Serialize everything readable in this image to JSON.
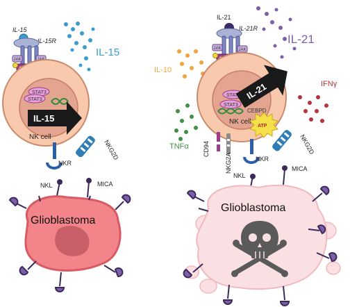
{
  "left_panel": {
    "receptor_labels": {
      "cytokine": "IL-15",
      "receptor": "IL-15R"
    },
    "cytokine_label": "IL-15",
    "jak_labels": [
      "JAK",
      "JAK"
    ],
    "stat_labels": [
      "STAT3",
      "STAT3"
    ],
    "arrow_label": "IL-15",
    "cell_label": "NK cell",
    "receptor_names": [
      "NKR",
      "NKG2D"
    ],
    "ligand_names": [
      "NKL",
      "MICA"
    ],
    "tumor_label": "Glioblastoma"
  },
  "right_panel": {
    "receptor_labels": {
      "cytokine": "IL-21",
      "receptor": "IL-21R"
    },
    "cytokine_label": "IL-21",
    "jak_labels": [
      "JAK",
      "JAK"
    ],
    "secreted_labels": [
      "IL-10",
      "IFNγ",
      "TNFα"
    ],
    "stat_labels": [
      "STAT3",
      "STAT3"
    ],
    "arrow_label": "IL-21",
    "gene_label": "CEBPD",
    "atp_label": "ATP",
    "cell_label": "NK cell",
    "receptor_names": [
      "CD94",
      "NKG2A",
      "NKR",
      "NKG2D"
    ],
    "ligand_names": [
      "NKL",
      "MICA"
    ],
    "tumor_label": "Glioblastoma"
  },
  "colors": {
    "cell_body": "#f8c9ad",
    "nucleus": "#e3a58f",
    "tumor_left": "#f2848a",
    "tumor_right": "#fbe0e3",
    "il15": "#3b9bd1",
    "il21": "#7d5ea8",
    "il10": "#f2a33a",
    "ifng": "#b8343b",
    "tnfa": "#3f8f46",
    "receptor": "#2b5fa8",
    "ligand": "#6b3f8f",
    "nkg2d": "#2f7db5",
    "jak": "#c9b3e0",
    "stat": "#e6a1d9",
    "atp": "#f6e04a",
    "skull": "#5a5a5a"
  },
  "icons": [
    "dna-icon",
    "skull-icon",
    "atp-burst-icon",
    "arrow-icon"
  ]
}
